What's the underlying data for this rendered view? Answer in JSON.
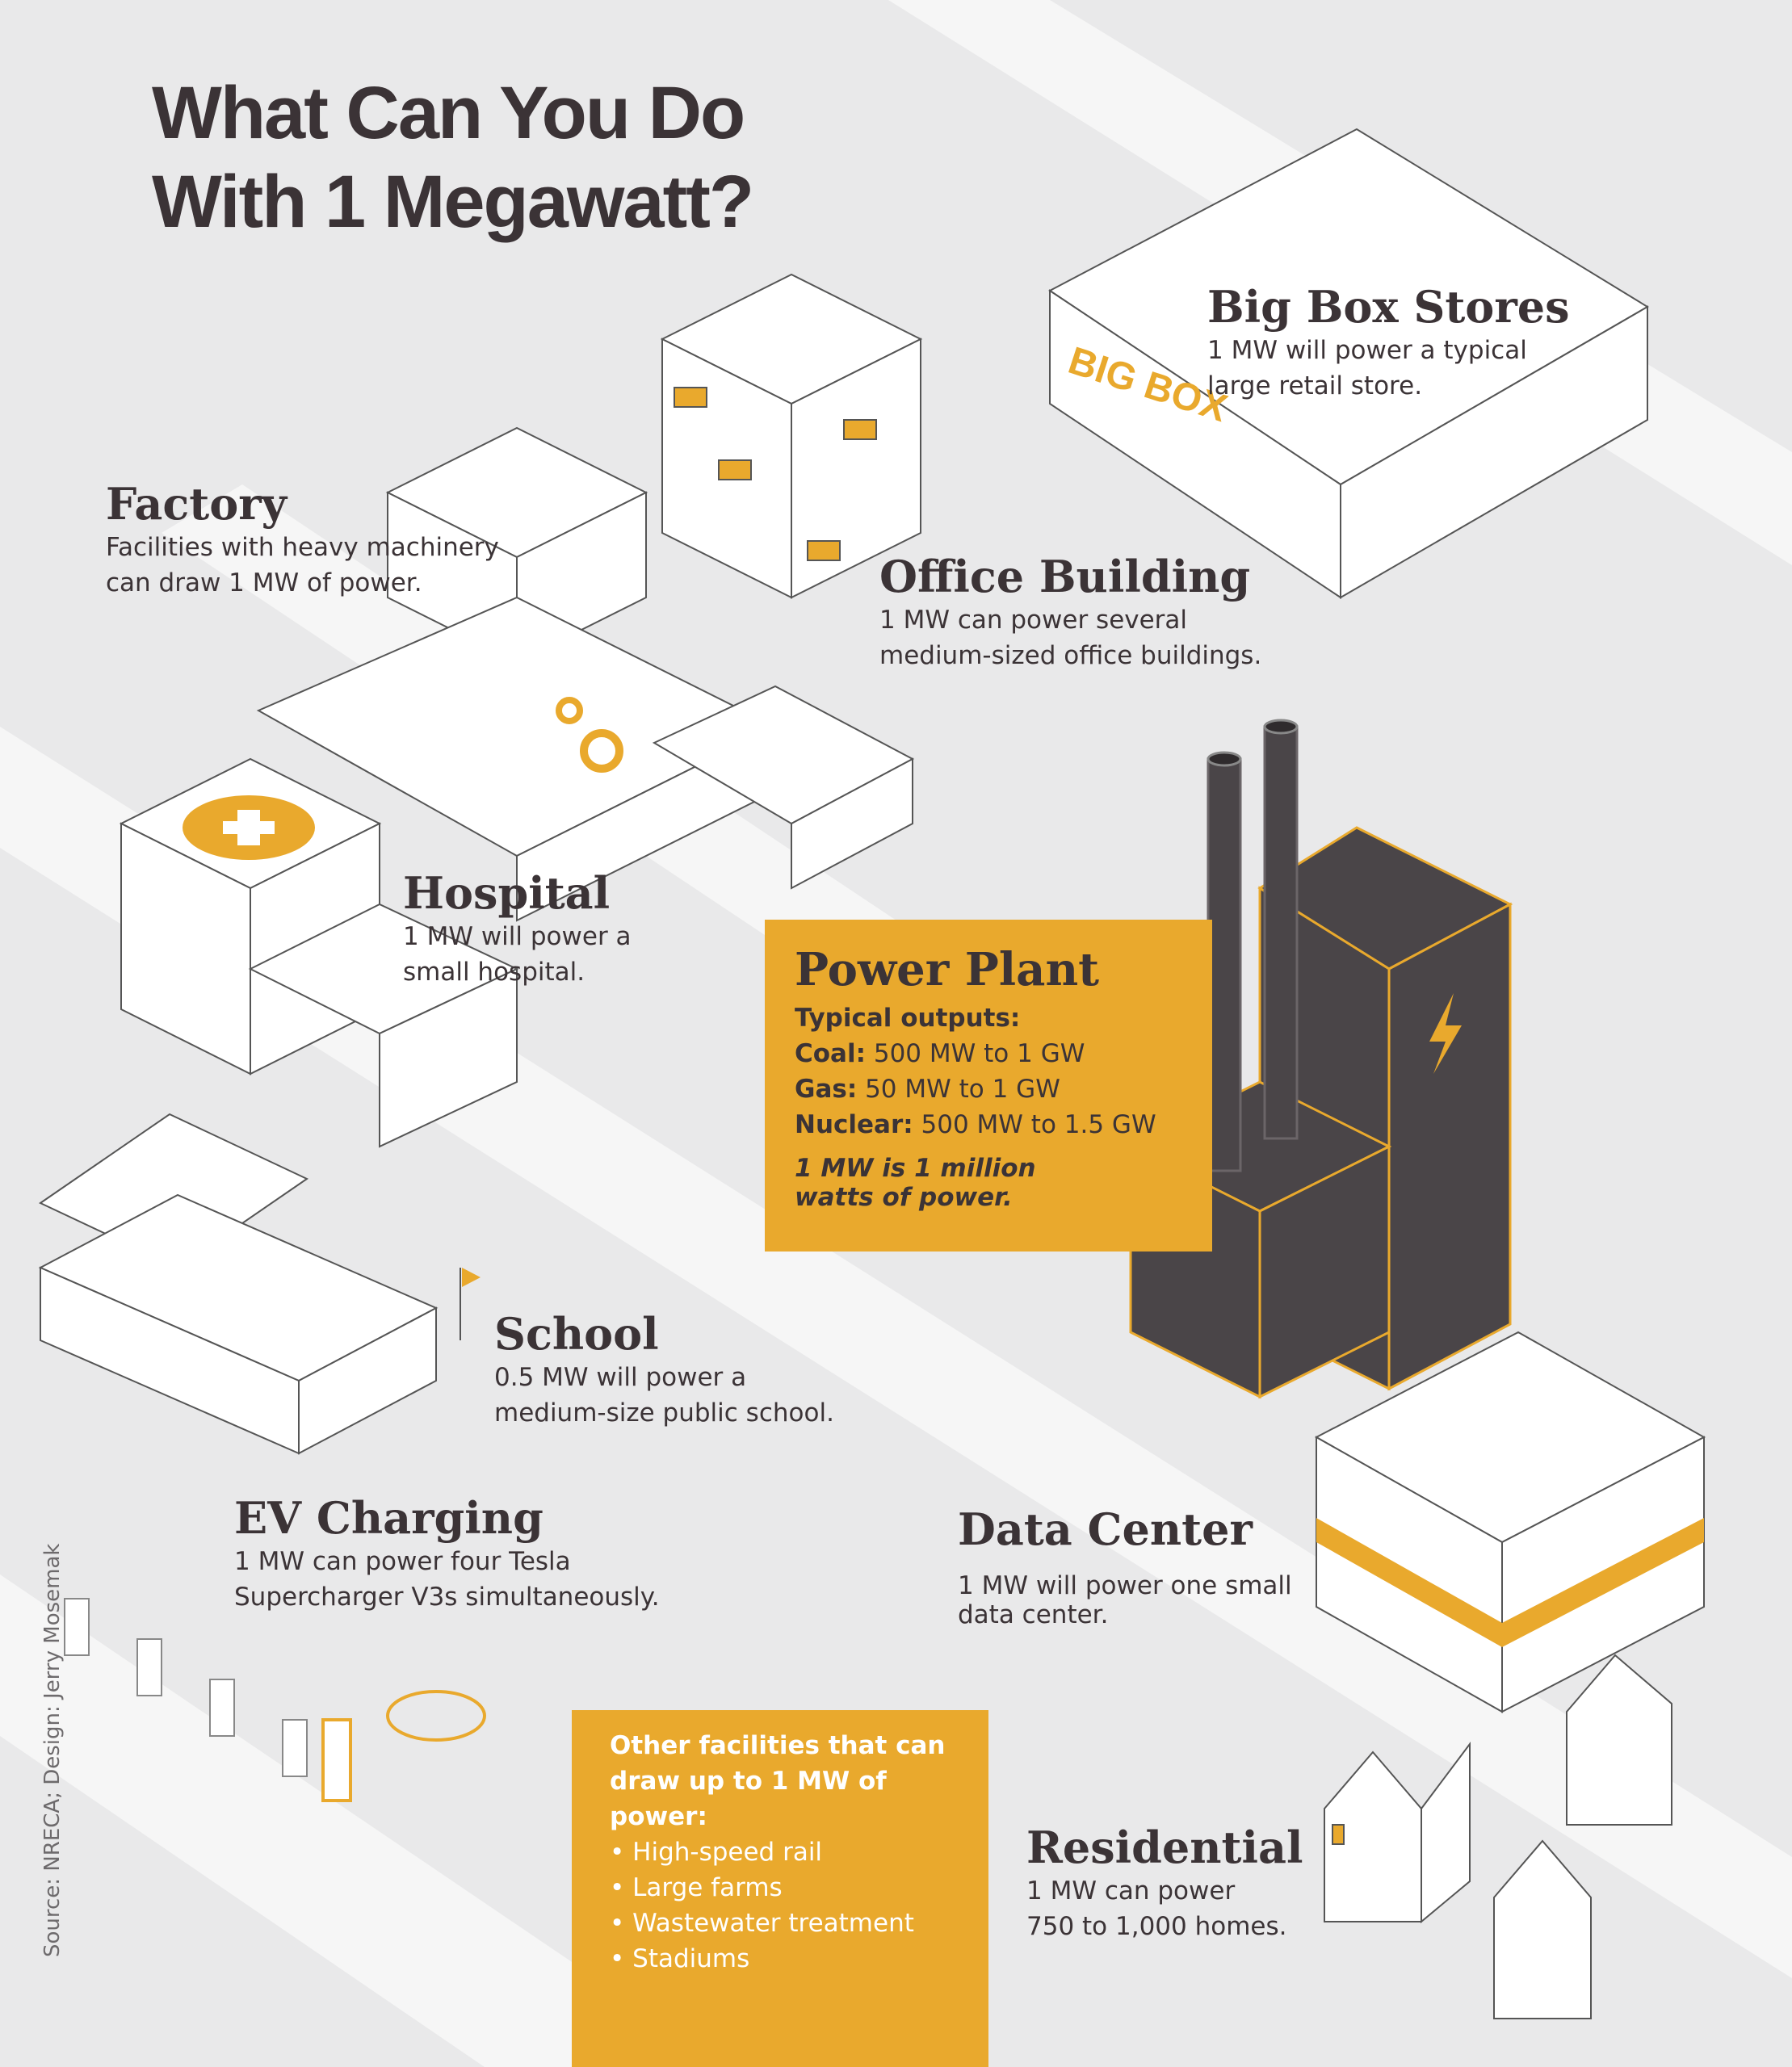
{
  "title": {
    "line1": "What Can You Do",
    "line2": "With 1 Megawatt?"
  },
  "sections": {
    "big_box": {
      "heading": "Big Box Stores",
      "line1": "1 MW will power a typical",
      "line2": "large retail store.",
      "sign": "BIG BOX"
    },
    "factory": {
      "heading": "Factory",
      "line1": "Facilities with heavy machinery",
      "line2": "can draw 1 MW of power."
    },
    "office": {
      "heading": "Office Building",
      "line1": "1 MW can power several",
      "line2": "medium-sized office buildings."
    },
    "hospital": {
      "heading": "Hospital",
      "line1": "1 MW will power a",
      "line2": "small hospital."
    },
    "power_plant": {
      "heading": "Power Plant",
      "subheading": "Typical outputs:",
      "outputs": [
        {
          "label": "Coal:",
          "value": "500 MW to 1 GW"
        },
        {
          "label": "Gas:",
          "value": "50 MW to 1 GW"
        },
        {
          "label": "Nuclear:",
          "value": "500 MW to 1.5 GW"
        }
      ],
      "note1": "1 MW is 1 million",
      "note2": "watts of power."
    },
    "school": {
      "heading": "School",
      "line1": "0.5 MW will power a",
      "line2": "medium-size public school."
    },
    "ev": {
      "heading": "EV Charging",
      "line1": "1 MW can power four Tesla",
      "line2": "Supercharger V3s simultaneously."
    },
    "data_center": {
      "heading": "Data Center",
      "line1": "1 MW will power one small",
      "line2": "data center."
    },
    "residential": {
      "heading": "Residential",
      "line1": "1 MW can power",
      "line2": "750 to 1,000 homes."
    },
    "other": {
      "heading1": "Other facilities that can",
      "heading2": "draw up to 1 MW of power:",
      "items": [
        "High-speed rail",
        "Large farms",
        "Wastewater treatment",
        "Stadiums"
      ]
    }
  },
  "source": "Source: NRECA; Design: Jerry Mosemak",
  "colors": {
    "accent": "#e9a92d",
    "text": "#3b3336",
    "dark_building": "#4a4548",
    "background": "#e9e9ea"
  }
}
